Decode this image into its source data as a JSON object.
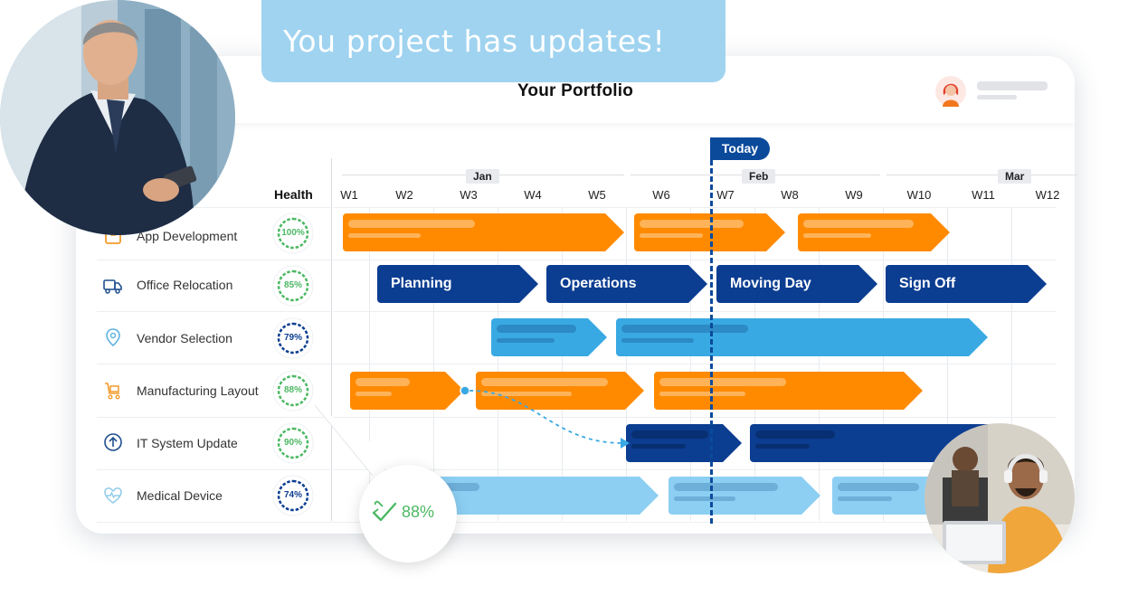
{
  "banner": {
    "text": "You project has updates!"
  },
  "portfolio": {
    "title": "Your Portfolio"
  },
  "health_label": "Health",
  "months": [
    "Jan",
    "Feb",
    "Mar"
  ],
  "weeks": [
    "W1",
    "W2",
    "W3",
    "W4",
    "W5",
    "W6",
    "W7",
    "W8",
    "W9",
    "W10",
    "W11",
    "W12"
  ],
  "today_label": "Today",
  "projects": [
    {
      "name": "App Development",
      "icon": "package-icon",
      "health": "100%",
      "health_value": 100
    },
    {
      "name": "Office Relocation",
      "icon": "truck-icon",
      "health": "85%",
      "health_value": 85
    },
    {
      "name": "Vendor Selection",
      "icon": "location-pin-icon",
      "health": "79%",
      "health_value": 79
    },
    {
      "name": "Manufacturing Layout",
      "icon": "cart-icon",
      "health": "88%",
      "health_value": 88
    },
    {
      "name": "IT System Update",
      "icon": "arrow-up-circle-icon",
      "health": "90%",
      "health_value": 90
    },
    {
      "name": "Medical Device",
      "icon": "heart-pulse-icon",
      "health": "74%",
      "health_value": 74
    }
  ],
  "phases": [
    "Planning",
    "Operations",
    "Moving Day",
    "Sign Off"
  ],
  "tooltip": {
    "value": "88%"
  },
  "colors": {
    "orange": "#ff8a00",
    "navy": "#0b3d91",
    "sky": "#39a9e3",
    "light_sky": "#8ccff3",
    "good": "#4cb863",
    "medium": "#0b3d91",
    "banner": "#9fd3f0"
  }
}
